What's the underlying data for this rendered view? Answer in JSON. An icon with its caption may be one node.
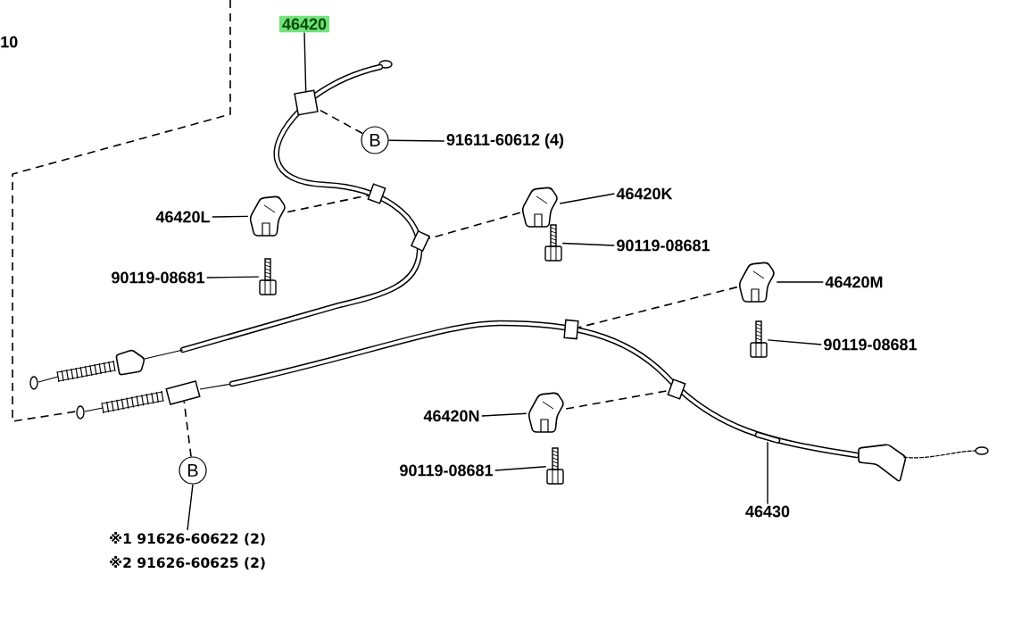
{
  "diagram": {
    "nodes": [
      {
        "text": [
          "46420"
        ]
      },
      {
        "text": [],
        "shape": "box"
      },
      {
        "text": [
          "B"
        ]
      },
      {
        "text": [
          "91611-60612 (4)"
        ]
      },
      {
        "text": [
          "46420L"
        ]
      },
      {
        "text": [],
        "shape": "picture"
      },
      {
        "text": [
          "90119-08681"
        ]
      },
      {
        "text": [],
        "shape": "picture"
      },
      {
        "text": [
          "46420K"
        ]
      },
      {
        "text": [],
        "shape": "picture"
      },
      {
        "text": [
          "90119-08681"
        ]
      },
      {
        "text": [],
        "shape": "picture"
      },
      {
        "text": [
          "46420M"
        ]
      },
      {
        "text": [],
        "shape": "picture"
      },
      {
        "text": [],
        "shape": "picture"
      },
      {
        "text": [
          "90119-08681"
        ]
      },
      {
        "text": [],
        "shape": "picture"
      },
      {
        "text": [
          "46420N"
        ]
      },
      {
        "text": [],
        "shape": "picture"
      },
      {
        "text": [
          "90119-08681"
        ]
      },
      {
        "text": [],
        "shape": "picture"
      },
      {
        "text": [
          "46430"
        ]
      },
      {
        "text": [
          "B"
        ]
      },
      {
        "text": [
          "※1 91626-60622 (2)",
          "※2 91626-60625 (2)"
        ]
      },
      {
        "text": [],
        "shape": "box"
      },
      {
        "text": [],
        "shape": "box"
      },
      {
        "text": [],
        "shape": "box"
      },
      {
        "text": [],
        "shape": "box"
      },
      {
        "text": [],
        "shape": "box"
      }
    ],
    "edges": [
      {
        "from": 0,
        "to": 1,
        "arrow": "none"
      },
      {
        "from": 2,
        "to": 1,
        "arrow": "none",
        "style": "dashed"
      },
      {
        "from": 2,
        "to": 3,
        "arrow": "none"
      },
      {
        "from": 4,
        "to": 5,
        "arrow": "none"
      },
      {
        "from": 5,
        "to": 24,
        "arrow": "none",
        "style": "dashed"
      },
      {
        "from": 6,
        "to": 7,
        "arrow": "none"
      },
      {
        "from": 8,
        "to": 9,
        "arrow": "none"
      },
      {
        "from": 9,
        "to": 25,
        "arrow": "none",
        "style": "dashed"
      },
      {
        "from": 10,
        "to": 11,
        "arrow": "none"
      },
      {
        "from": 12,
        "to": 13,
        "arrow": "none"
      },
      {
        "from": 13,
        "to": 26,
        "arrow": "none",
        "style": "dashed"
      },
      {
        "from": 15,
        "to": 16,
        "arrow": "none"
      },
      {
        "from": 17,
        "to": 18,
        "arrow": "none"
      },
      {
        "from": 18,
        "to": 27,
        "arrow": "none",
        "style": "dashed"
      },
      {
        "from": 19,
        "to": 20,
        "arrow": "none"
      },
      {
        "from": 21,
        "to": 14,
        "arrow": "none"
      },
      {
        "from": 22,
        "to": 28,
        "arrow": "none",
        "style": "dashed"
      },
      {
        "from": 22,
        "to": 23,
        "arrow": "none"
      }
    ],
    "labels": [
      "10"
    ]
  }
}
